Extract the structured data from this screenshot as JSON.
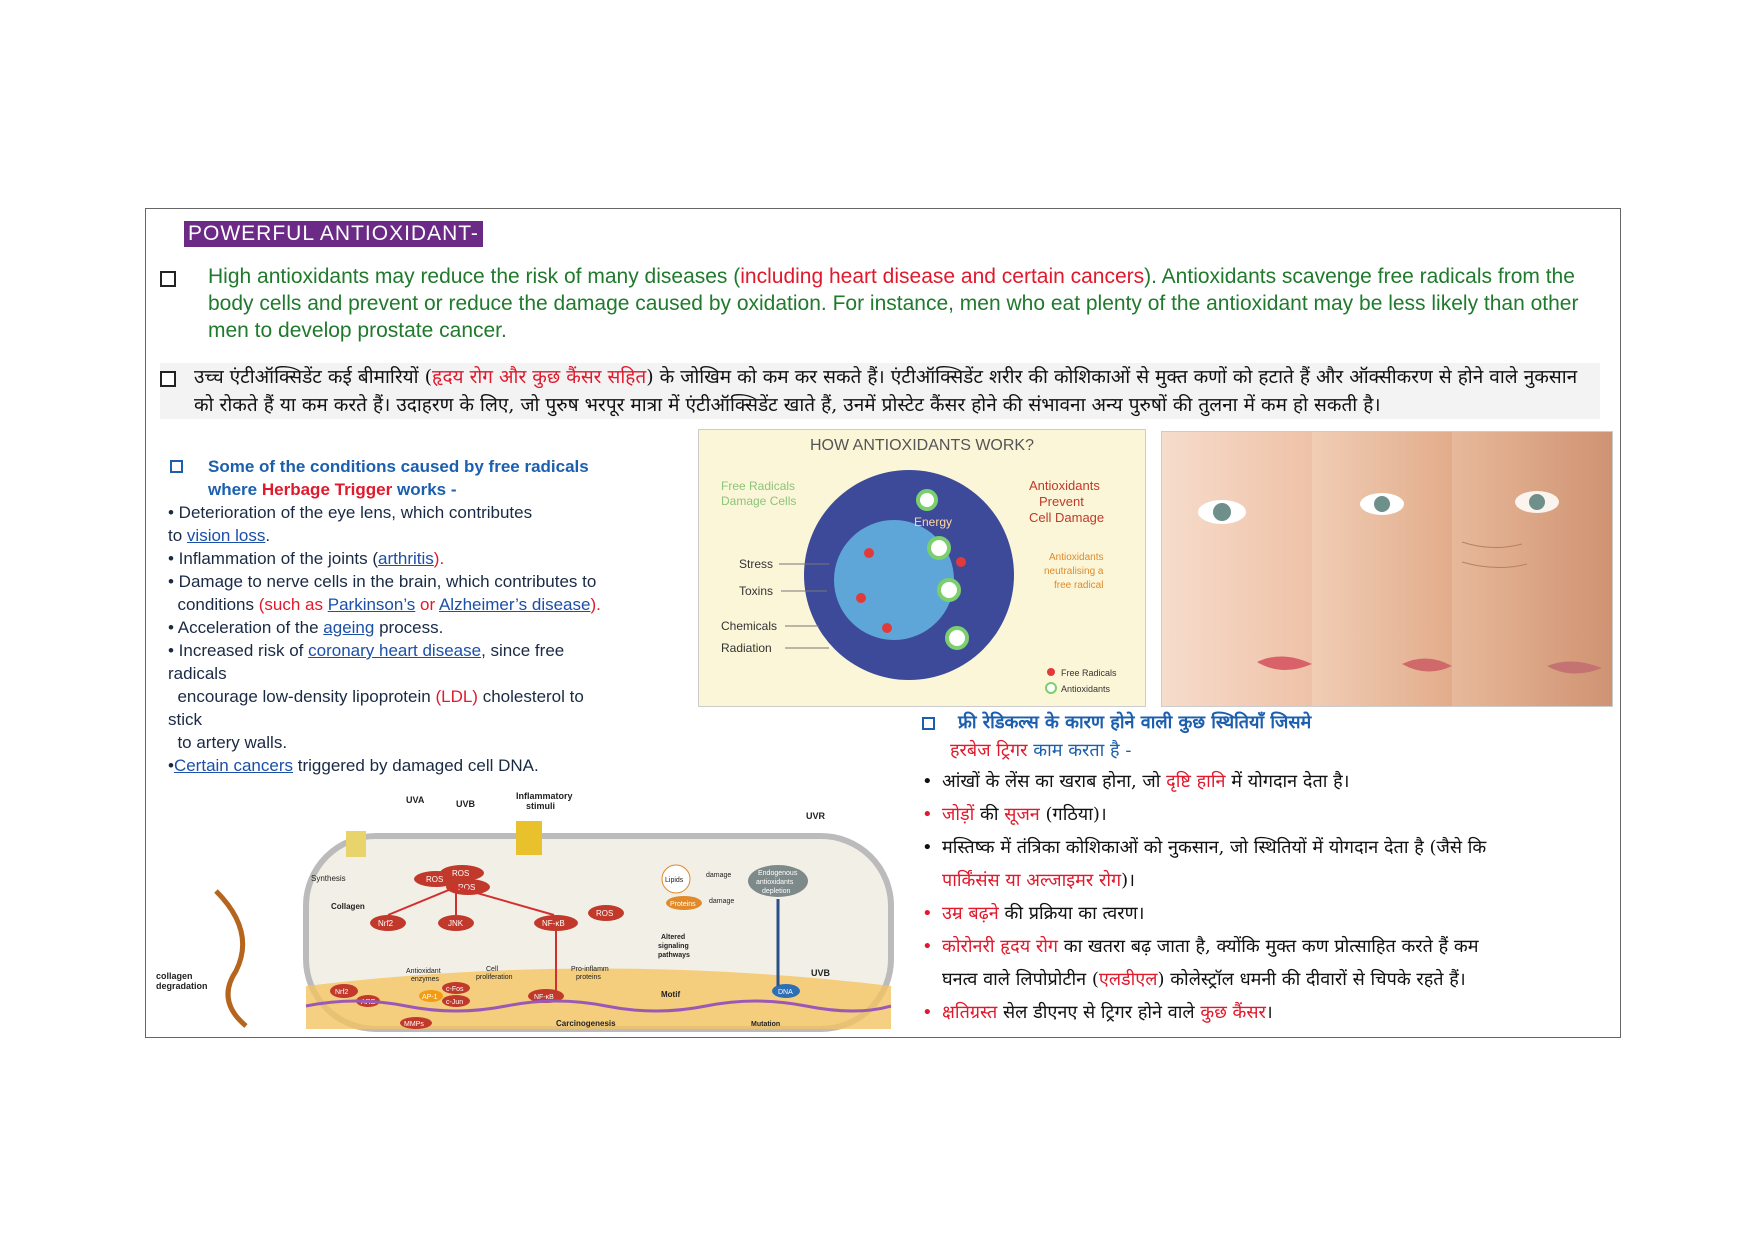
{
  "title": "POWERFUL ANTIOXIDANT-",
  "en_paragraph": {
    "part1": "High antioxidants may reduce the risk of many diseases (",
    "red": "including heart disease and certain cancers",
    "part2": "). Antioxidants scavenge free radicals from the body cells and prevent or reduce the damage caused by oxidation. For instance, men who eat plenty of the antioxidant may be less likely than other men to develop prostate cancer."
  },
  "hi_paragraph": {
    "part1": "उच्च एंटीऑक्सिडेंट कई बीमारियों (",
    "red": "हृदय रोग और कुछ कैंसर सहित",
    "part2": ") के जोखिम को कम कर सकते हैं। एंटीऑक्सिडेंट शरीर की कोशिकाओं से मुक्त कणों को हटाते हैं और ऑक्सीकरण से होने वाले नुकसान को रोकते हैं या कम करते हैं। उदाहरण के लिए, जो पुरुष भरपूर मात्रा में एंटीऑक्सिडेंट खाते हैं, उनमें प्रोस्टेट कैंसर होने की संभावना अन्य पुरुषों की तुलना में कम हो सकती है।"
  },
  "conditions_en": {
    "heading1": "Some of the conditions caused by free radicals",
    "heading2a": "where",
    "heading_brand": "Herbage Trigger",
    "heading2b": "works -",
    "i1a": "• Deterioration of the eye lens, which contributes",
    "i1b": "to",
    "i1_link": "vision loss",
    "i1c": ".",
    "i2a": "• Inflammation of the joints (",
    "i2_link": "arthritis",
    "i2b": ").",
    "i3a": "• Damage to nerve cells in the brain, which contributes to",
    "i3b": "conditions",
    "i3_red1": "(such as",
    "i3_link1": "Parkinson’s",
    "i3_red2": "or",
    "i3_link2": "Alzheimer’s disease",
    "i3_red3": ").",
    "i4a": "• Acceleration of the",
    "i4_link": "ageing",
    "i4b": "process.",
    "i5a": "• Increased risk of",
    "i5_link": "coronary heart disease",
    "i5b": ", since free",
    "i5c": "radicals",
    "i5d": "encourage low-density lipoprotein",
    "i5_red": "(LDL)",
    "i5e": "cholesterol to",
    "i5f": "stick",
    "i5g": "to artery walls.",
    "i6_bullet": "•",
    "i6_link": "Certain cancers",
    "i6b": "triggered by damaged cell DNA."
  },
  "antioxidant_diagram": {
    "title": "HOW ANTIOXIDANTS WORK?",
    "left_label1": "Free Radicals",
    "left_label2": "Damage Cells",
    "right_label1": "Antioxidants",
    "right_label2": "Prevent",
    "right_label3": "Cell Damage",
    "energy": "Energy",
    "stress": "Stress",
    "toxins": "Toxins",
    "chemicals": "Chemicals",
    "radiation": "Radiation",
    "note1": "Antioxidants",
    "note2": "neutralising a",
    "note3": "free radical",
    "legend1": "Free Radicals",
    "legend2": "Antioxidants"
  },
  "pathway_diagram": {
    "uva": "UVA",
    "uvb": "UVB",
    "inflammatory1": "Inflammatory",
    "inflammatory2": "stimuli",
    "uvr": "UVR",
    "uvb2": "UVB",
    "synthesis": "Synthesis",
    "collagen": "Collagen",
    "collagen_deg1": "collagen",
    "collagen_deg2": "degradation",
    "ros1": "ROS",
    "ros2": "ROS",
    "ros3": "ROS",
    "ros4": "ROS",
    "lipids": "Lipids",
    "proteins": "Proteins",
    "damage1": "damage",
    "damage2": "damage",
    "endo1": "Endogenous",
    "endo2": "antioxidants",
    "endo3": "depletion",
    "nrf2": "Nrf2",
    "jnk": "JNK",
    "nfkb": "NF-κB",
    "altered1": "Altered",
    "altered2": "signaling",
    "altered3": "pathways",
    "antiox_enz1": "Antioxidant",
    "antiox_enz2": "enzymes",
    "cell_prolif1": "Cell",
    "cell_prolif2": "proliferation",
    "pro_infl1": "Pro-inflamm",
    "pro_infl2": "proteins",
    "nrf2b": "Nrf2",
    "are": "ARE",
    "ap1": "AP-1",
    "cfos": "c-Fos",
    "cjun": "c-Jun",
    "nfkb2": "NF-κB",
    "motif": "Motif",
    "dna": "DNA",
    "mmps": "MMPs",
    "carcinogenesis": "Carcinogenesis",
    "mutation": "Mutation"
  },
  "conditions_hi": {
    "heading1": "फ्री रेडिकल्स के कारण होने वाली कुछ स्थितियाँ जिसमे",
    "brand": "हरबेज ट्रिगर",
    "heading2": "काम करता है -",
    "i1a": "आंखों के लेंस का खराब होना, जो",
    "i1_red": "दृष्टि हानि",
    "i1b": "में योगदान देता है।",
    "i2_red": "जोड़ों",
    "i2a": "की",
    "i2_red2": "सूजन",
    "i2b": "(गठिया)।",
    "i3a": "मस्तिष्क में तंत्रिका कोशिकाओं को नुकसान, जो स्थितियों में योगदान देता है (जैसे कि",
    "i3_red": "पार्किंसंस या अल्जाइमर रोग",
    "i3b": ")।",
    "i4_red": "उम्र बढ़ने",
    "i4a": "की प्रक्रिया का त्वरण।",
    "i5_red": "कोरोनरी हृदय रोग",
    "i5a": "का खतरा बढ़ जाता है, क्योंकि मुक्त कण प्रोत्साहित करते हैं कम",
    "i5b": "घनत्व वाले लिपोप्रोटीन (",
    "i5_red2": "एलडीएल",
    "i5c": ") कोलेस्ट्रॉल धमनी की दीवारों से चिपके रहते हैं।",
    "i6_red": "क्षतिग्रस्त",
    "i6a": "सेल डीएनए से ट्रिगर होने वाले",
    "i6_red2": "कुछ कैंसर",
    "i6b": "।",
    "bullet": "•"
  },
  "colors": {
    "title_band": "#6b2a86",
    "english_text": "#1f7a2c",
    "highlight_red": "#e0192c",
    "heading_blue": "#1c5fae"
  }
}
